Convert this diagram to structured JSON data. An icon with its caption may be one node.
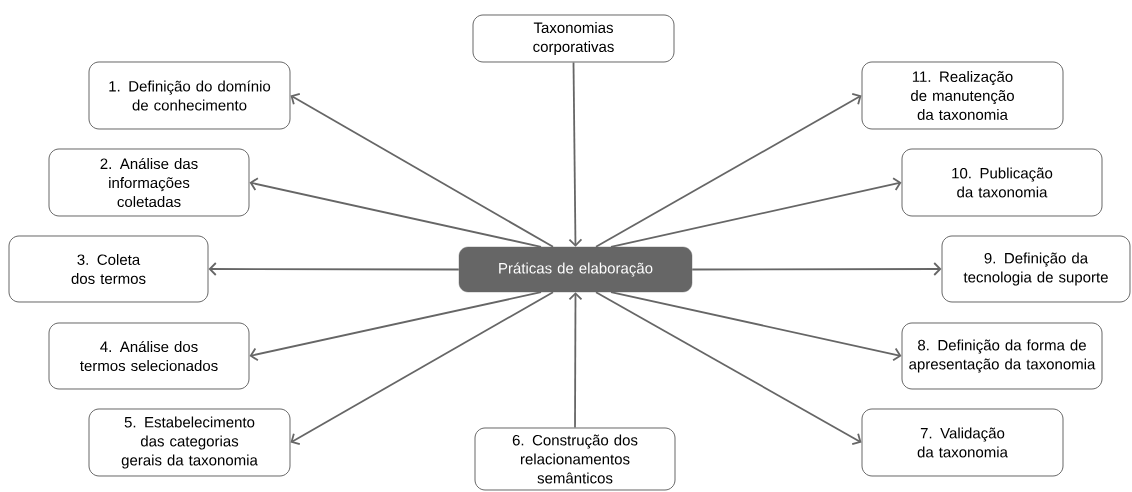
{
  "diagram": {
    "nodes": [
      {
        "text": [
          "Taxonomias corporativas"
        ]
      },
      {
        "text": [
          "1. Definição do domínio de conhecimento"
        ]
      },
      {
        "text": [
          "2. Análise das informações coletadas"
        ]
      },
      {
        "text": [
          "3. Coleta dos termos"
        ]
      },
      {
        "text": [
          "4. Análise dos termos selecionados"
        ]
      },
      {
        "text": [
          "5. Estabelecimento das categorias gerais da taxonomia"
        ]
      },
      {
        "text": [
          "6. Construção dos relacionamentos semânticos"
        ]
      },
      {
        "text": [
          "7. Validação da taxonomia"
        ]
      },
      {
        "text": [
          "8. Definição da forma de apresentação da taxonomia"
        ]
      },
      {
        "text": [
          "9. Definição da tecnologia de suporte"
        ]
      },
      {
        "text": [
          "10. Publicação da taxonomia"
        ]
      },
      {
        "text": [
          "11. Realização de manutenção da taxonomia"
        ]
      },
      {
        "text": [
          "Práticas de elaboração"
        ]
      }
    ],
    "edges": [
      {
        "from": 0,
        "to": 12,
        "arrow": "to"
      },
      {
        "from": 12,
        "to": 1,
        "arrow": "to"
      },
      {
        "from": 12,
        "to": 2,
        "arrow": "to"
      },
      {
        "from": 12,
        "to": 3,
        "arrow": "to"
      },
      {
        "from": 12,
        "to": 4,
        "arrow": "to"
      },
      {
        "from": 12,
        "to": 5,
        "arrow": "to"
      },
      {
        "from": 6,
        "to": 12,
        "arrow": "to"
      },
      {
        "from": 12,
        "to": 7,
        "arrow": "to"
      },
      {
        "from": 12,
        "to": 8,
        "arrow": "to"
      },
      {
        "from": 12,
        "to": 9,
        "arrow": "to"
      },
      {
        "from": 12,
        "to": 10,
        "arrow": "to"
      },
      {
        "from": 12,
        "to": 11,
        "arrow": "to"
      }
    ]
  }
}
